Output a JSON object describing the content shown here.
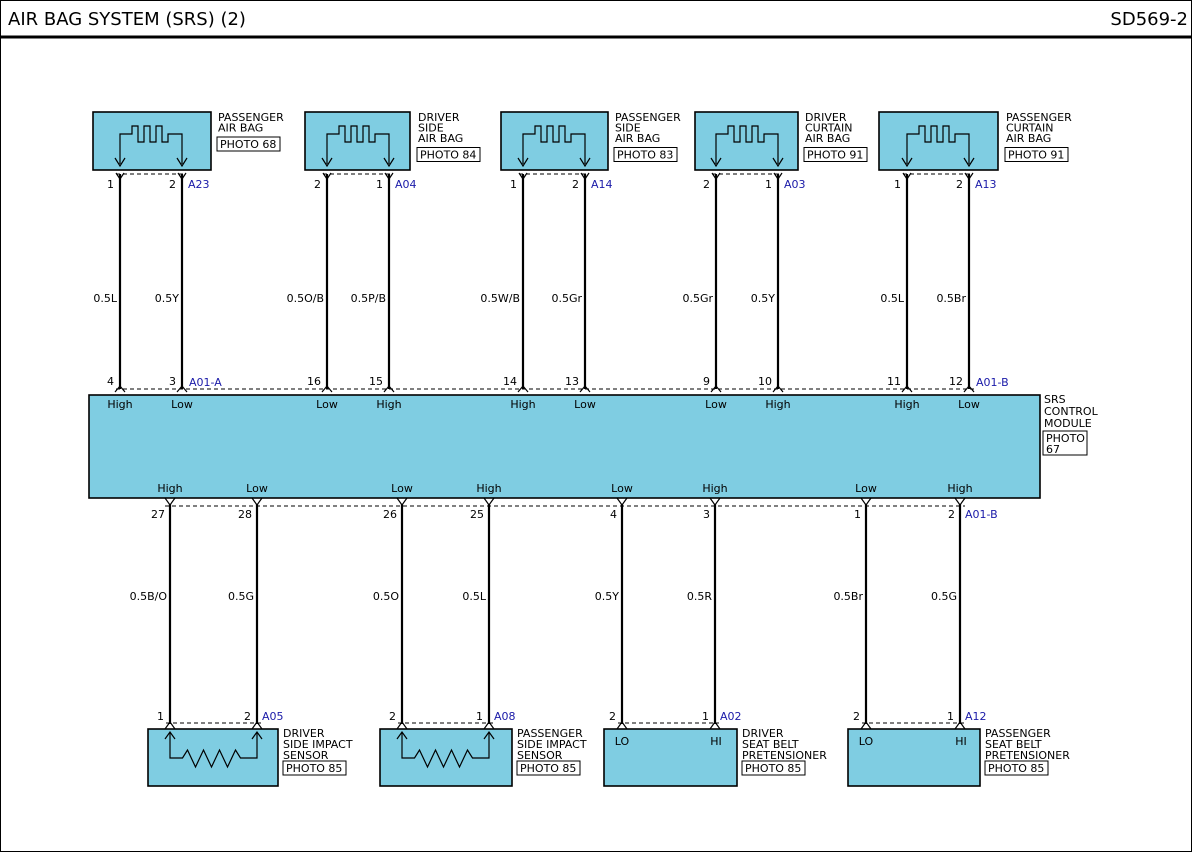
{
  "header": {
    "title": "AIR BAG SYSTEM (SRS) (2)",
    "code": "SD569-2"
  },
  "top_components": [
    {
      "name": "passenger-air-bag",
      "label_lines": [
        "PASSENGER",
        "AIR BAG"
      ],
      "photo": "PHOTO 68",
      "connector": "A23",
      "pins": [
        {
          "num": "1",
          "wire": "0.5L"
        },
        {
          "num": "2",
          "wire": "0.5Y"
        }
      ]
    },
    {
      "name": "driver-side-air-bag",
      "label_lines": [
        "DRIVER",
        "SIDE",
        "AIR BAG"
      ],
      "photo": "PHOTO 84",
      "connector": "A04",
      "pins": [
        {
          "num": "2",
          "wire": "0.5O/B"
        },
        {
          "num": "1",
          "wire": "0.5P/B"
        }
      ]
    },
    {
      "name": "passenger-side-air-bag",
      "label_lines": [
        "PASSENGER",
        "SIDE",
        "AIR BAG"
      ],
      "photo": "PHOTO 83",
      "connector": "A14",
      "pins": [
        {
          "num": "1",
          "wire": "0.5W/B"
        },
        {
          "num": "2",
          "wire": "0.5Gr"
        }
      ]
    },
    {
      "name": "driver-curtain-air-bag",
      "label_lines": [
        "DRIVER",
        "CURTAIN",
        "AIR BAG"
      ],
      "photo": "PHOTO 91",
      "connector": "A03",
      "pins": [
        {
          "num": "2",
          "wire": "0.5Gr"
        },
        {
          "num": "1",
          "wire": "0.5Y"
        }
      ]
    },
    {
      "name": "passenger-curtain-air-bag",
      "label_lines": [
        "PASSENGER",
        "CURTAIN",
        "AIR BAG"
      ],
      "photo": "PHOTO 91",
      "connector": "A13",
      "pins": [
        {
          "num": "1",
          "wire": "0.5L"
        },
        {
          "num": "2",
          "wire": "0.5Br"
        }
      ]
    }
  ],
  "module": {
    "label_lines": [
      "SRS",
      "CONTROL",
      "MODULE"
    ],
    "photo_lines": [
      "PHOTO",
      "67"
    ],
    "top_connector_a": "A01-A",
    "top_connector_b": "A01-B",
    "bottom_connector": "A01-B",
    "top_pins": [
      {
        "num": "4",
        "name": "High"
      },
      {
        "num": "3",
        "name": "Low"
      },
      {
        "num": "16",
        "name": "Low"
      },
      {
        "num": "15",
        "name": "High"
      },
      {
        "num": "14",
        "name": "High"
      },
      {
        "num": "13",
        "name": "Low"
      },
      {
        "num": "9",
        "name": "Low"
      },
      {
        "num": "10",
        "name": "High"
      },
      {
        "num": "11",
        "name": "High"
      },
      {
        "num": "12",
        "name": "Low"
      }
    ],
    "bottom_pins": [
      {
        "num": "27",
        "name": "High",
        "wire": "0.5B/O"
      },
      {
        "num": "28",
        "name": "Low",
        "wire": "0.5G"
      },
      {
        "num": "26",
        "name": "Low",
        "wire": "0.5O"
      },
      {
        "num": "25",
        "name": "High",
        "wire": "0.5L"
      },
      {
        "num": "4",
        "name": "Low",
        "wire": "0.5Y"
      },
      {
        "num": "3",
        "name": "High",
        "wire": "0.5R"
      },
      {
        "num": "1",
        "name": "Low",
        "wire": "0.5Br"
      },
      {
        "num": "2",
        "name": "High",
        "wire": "0.5G"
      }
    ]
  },
  "bottom_components": [
    {
      "name": "driver-side-impact-sensor",
      "label_lines": [
        "DRIVER",
        "SIDE IMPACT",
        "SENSOR"
      ],
      "photo": "PHOTO 85",
      "connector": "A05",
      "pins": [
        "1",
        "2"
      ],
      "inner": []
    },
    {
      "name": "passenger-side-impact-sensor",
      "label_lines": [
        "PASSENGER",
        "SIDE IMPACT",
        "SENSOR"
      ],
      "photo": "PHOTO 85",
      "connector": "A08",
      "pins": [
        "2",
        "1"
      ],
      "inner": []
    },
    {
      "name": "driver-seat-belt-pretensioner",
      "label_lines": [
        "DRIVER",
        "SEAT BELT",
        "PRETENSIONER"
      ],
      "photo": "PHOTO 85",
      "connector": "A02",
      "pins": [
        "2",
        "1"
      ],
      "inner": [
        "LO",
        "HI"
      ]
    },
    {
      "name": "passenger-seat-belt-pretensioner",
      "label_lines": [
        "PASSENGER",
        "SEAT BELT",
        "PRETENSIONER"
      ],
      "photo": "PHOTO 85",
      "connector": "A12",
      "pins": [
        "2",
        "1"
      ],
      "inner": [
        "LO",
        "HI"
      ]
    }
  ]
}
